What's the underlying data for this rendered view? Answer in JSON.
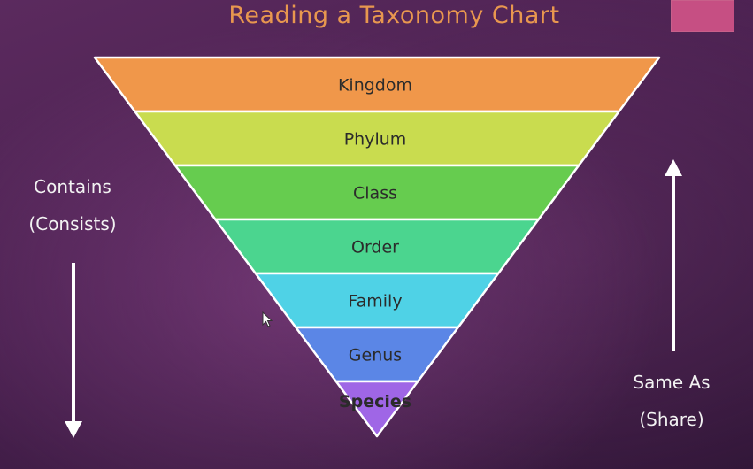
{
  "title": {
    "text": "Reading a Taxonomy Chart",
    "color": "#e8974f"
  },
  "corner_box_color": "#c64f83",
  "levels": [
    {
      "label": "Kingdom",
      "color": "#f0974a",
      "bold": false
    },
    {
      "label": "Phylum",
      "color": "#c9dc4f",
      "bold": false
    },
    {
      "label": "Class",
      "color": "#66cc4f",
      "bold": false
    },
    {
      "label": "Order",
      "color": "#4bd58f",
      "bold": false
    },
    {
      "label": "Family",
      "color": "#4fd2e6",
      "bold": false
    },
    {
      "label": "Genus",
      "color": "#5b86e6",
      "bold": false
    },
    {
      "label": "Species",
      "color": "#9f66e6",
      "bold": true
    }
  ],
  "left_annotation": {
    "line1": "Contains",
    "line2": "(Consists)",
    "arrow_direction": "down"
  },
  "right_annotation": {
    "line1": "Same As",
    "line2": "(Share)",
    "arrow_direction": "up"
  },
  "label_color": "#2b2b2b",
  "arrow_color": "#ffffff"
}
